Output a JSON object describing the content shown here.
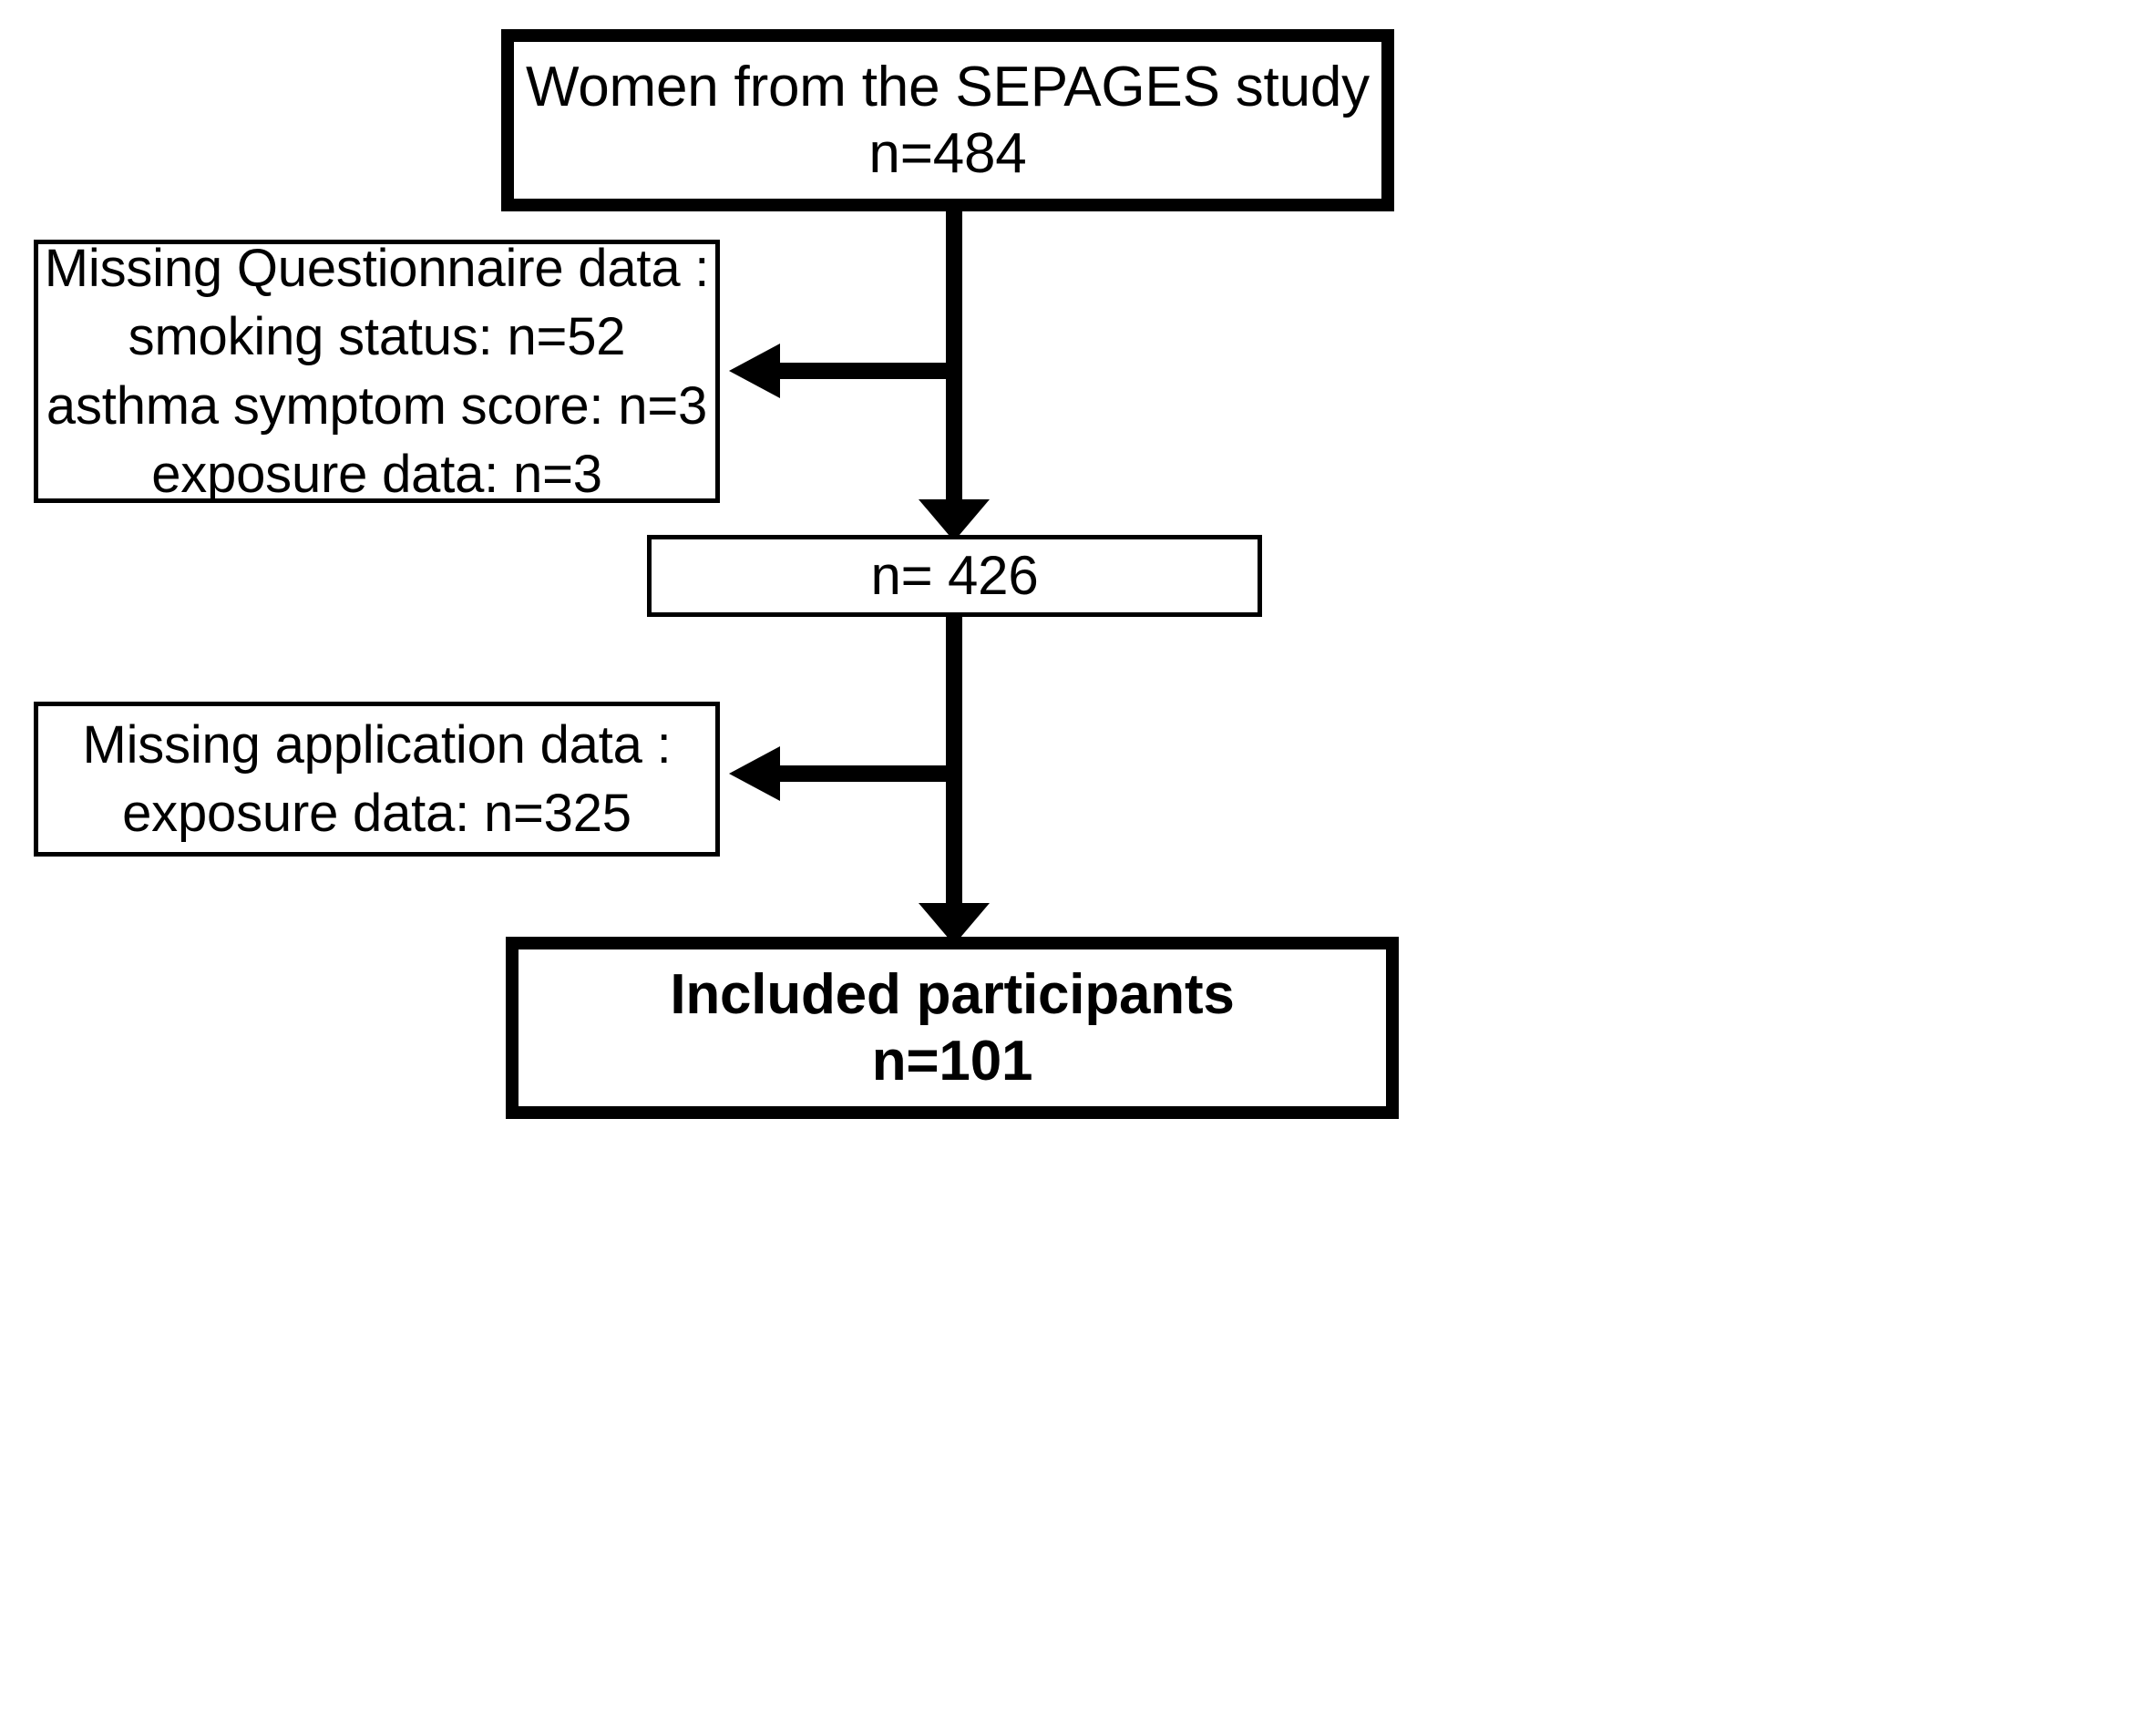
{
  "chart_data": {
    "type": "diagram",
    "diagram_kind": "participant-flow-chart",
    "title": "",
    "nodes": [
      {
        "id": "source",
        "role": "source-population",
        "lines": [
          "Women from the SEPAGES study",
          "n=484"
        ],
        "count": 484,
        "bold": false,
        "border": "thick"
      },
      {
        "id": "exclusion-1",
        "role": "exclusion",
        "lines": [
          "Missing Questionnaire data :",
          "smoking status: n=52",
          "asthma symptom score: n=3",
          "exposure data: n=3"
        ],
        "counts": {
          "smoking_status": 52,
          "asthma_symptom_score": 3,
          "exposure_data": 3
        },
        "bold": false,
        "border": "thin"
      },
      {
        "id": "remaining",
        "role": "intermediate-count",
        "lines": [
          "n= 426"
        ],
        "count": 426,
        "bold": false,
        "border": "thin"
      },
      {
        "id": "exclusion-2",
        "role": "exclusion",
        "lines": [
          "Missing application data :",
          "exposure data: n=325"
        ],
        "counts": {
          "exposure_data": 325
        },
        "bold": false,
        "border": "thin"
      },
      {
        "id": "included",
        "role": "final-population",
        "lines": [
          "Included participants",
          "n=101"
        ],
        "count": 101,
        "bold": true,
        "border": "thick"
      }
    ],
    "edges": [
      {
        "from": "source",
        "to": "remaining",
        "direction": "down",
        "arrow": true
      },
      {
        "from": "source",
        "to": "exclusion-1",
        "direction": "left",
        "arrow": true
      },
      {
        "from": "remaining",
        "to": "included",
        "direction": "down",
        "arrow": true
      },
      {
        "from": "remaining",
        "to": "exclusion-2",
        "direction": "left",
        "arrow": true
      }
    ],
    "colors": {
      "stroke": "#000000",
      "fill": "#ffffff",
      "text": "#000000"
    }
  },
  "boxes": {
    "source": {
      "line1": "Women from the SEPAGES study",
      "line2": "n=484"
    },
    "exclusion_1": {
      "line1": "Missing Questionnaire data :",
      "line2": "smoking status: n=52",
      "line3": "asthma symptom score: n=3",
      "line4": "exposure data: n=3"
    },
    "remaining": {
      "line1": "n= 426"
    },
    "exclusion_2": {
      "line1": "Missing application data :",
      "line2": "exposure data: n=325"
    },
    "included": {
      "line1": "Included participants",
      "line2": "n=101"
    }
  }
}
